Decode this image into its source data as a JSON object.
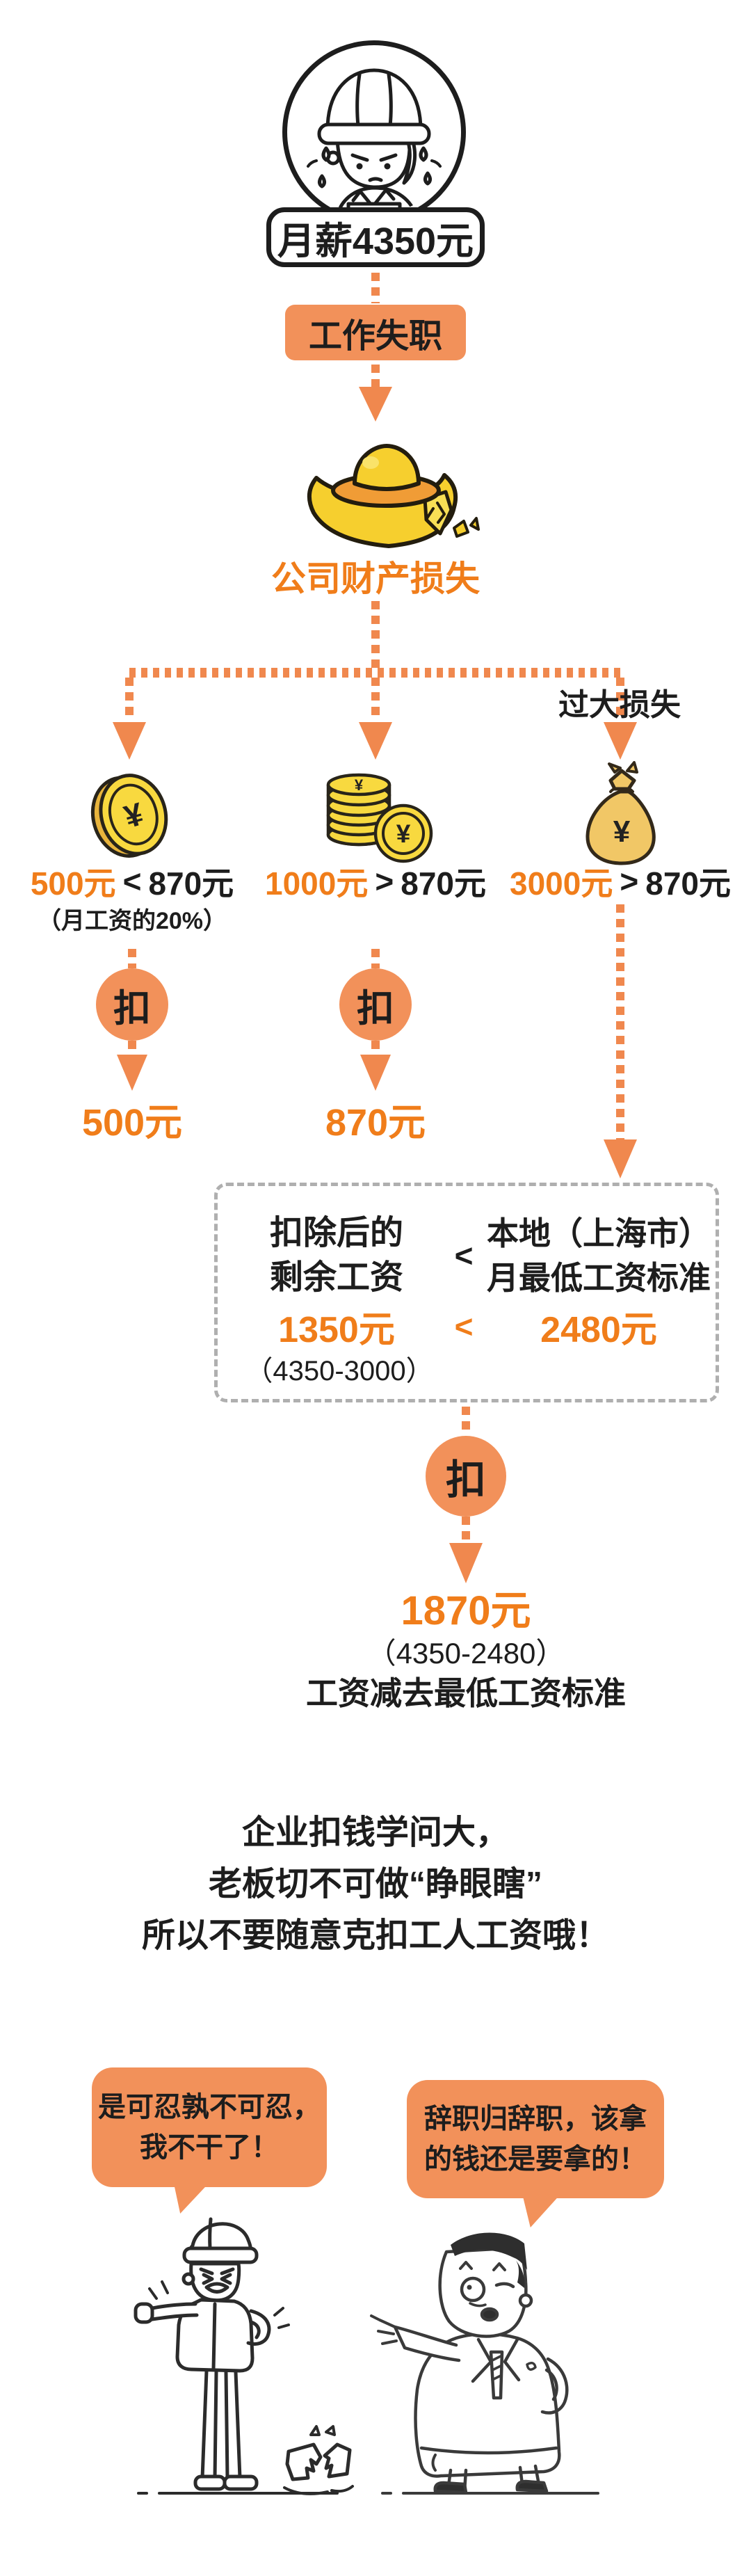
{
  "colors": {
    "accent_soft": "#F2915A",
    "accent_connector": "#F0884E",
    "accent_text": "#F07D1A",
    "ink": "#1d1d1d",
    "dashed_border": "#AFAFAF",
    "gold": "#F8D93F",
    "gold_shade": "#E8B43C",
    "ingot_band": "#F09C36",
    "bag_gold": "#F1C766"
  },
  "currency_sign": "¥",
  "header": {
    "avatar_icon": "worker-in-hard-hat",
    "salary_label": "月薪4350元",
    "misconduct_label": "工作失职",
    "loss_icon": "broken-gold-ingot",
    "loss_title": "公司财产损失"
  },
  "branch": {
    "big_loss_label": "过大损失",
    "columns": [
      {
        "icon": "gold-coin",
        "amount": "500元",
        "operator": "<",
        "threshold": "870元",
        "note": "（月工资的20%）",
        "deduct_label": "扣",
        "result": "500元"
      },
      {
        "icon": "coin-stack",
        "amount": "1000元",
        "operator": ">",
        "threshold": "870元",
        "deduct_label": "扣",
        "result": "870元"
      },
      {
        "icon": "money-bag",
        "amount": "3000元",
        "operator": ">",
        "threshold": "870元"
      }
    ]
  },
  "rule_box": {
    "left_line1": "扣除后的",
    "left_line2": "剩余工资",
    "operator": "<",
    "right_line1": "本地（上海市）",
    "right_line2": "月最低工资标准",
    "value_left": "1350元",
    "value_operator": "<",
    "value_right": "2480元",
    "value_note": "（4350-3000）"
  },
  "final": {
    "deduct_label": "扣",
    "result": "1870元",
    "note": "（4350-2480）",
    "caption": "工资减去最低工资标准"
  },
  "summary": {
    "line1": "企业扣钱学问大，",
    "line2": "老板切不可做“睁眼瞎”",
    "line3": "所以不要随意克扣工人工资哦！"
  },
  "dialogue": {
    "worker_bubble_line1": "是可忍孰不可忍，",
    "worker_bubble_line2": "我不干了！",
    "boss_bubble_line1": "辞职归辞职，该拿",
    "boss_bubble_line2": "的钱还是要拿的！",
    "worker_icon": "angry-worker-cartoon",
    "boss_icon": "boss-cartoon"
  }
}
